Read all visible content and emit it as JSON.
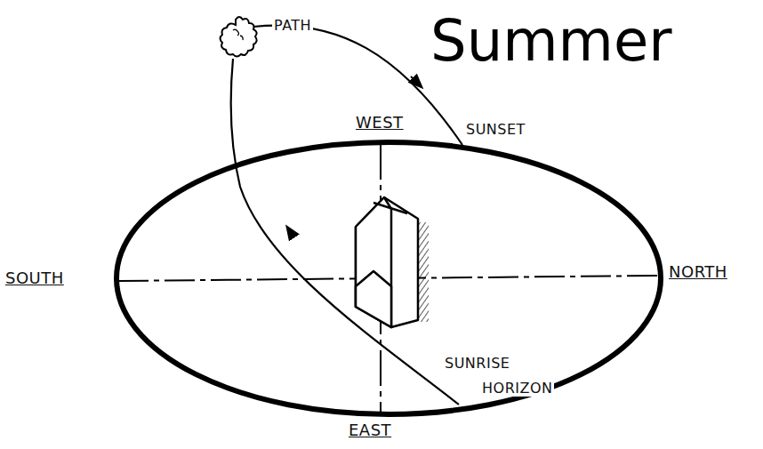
{
  "diagram": {
    "title": "Summer",
    "labels": [
      "PATH",
      "WEST",
      "SUNSET",
      "SOUTH",
      "NORTH",
      "SUNRISE",
      "HORIZON",
      "EAST"
    ]
  }
}
